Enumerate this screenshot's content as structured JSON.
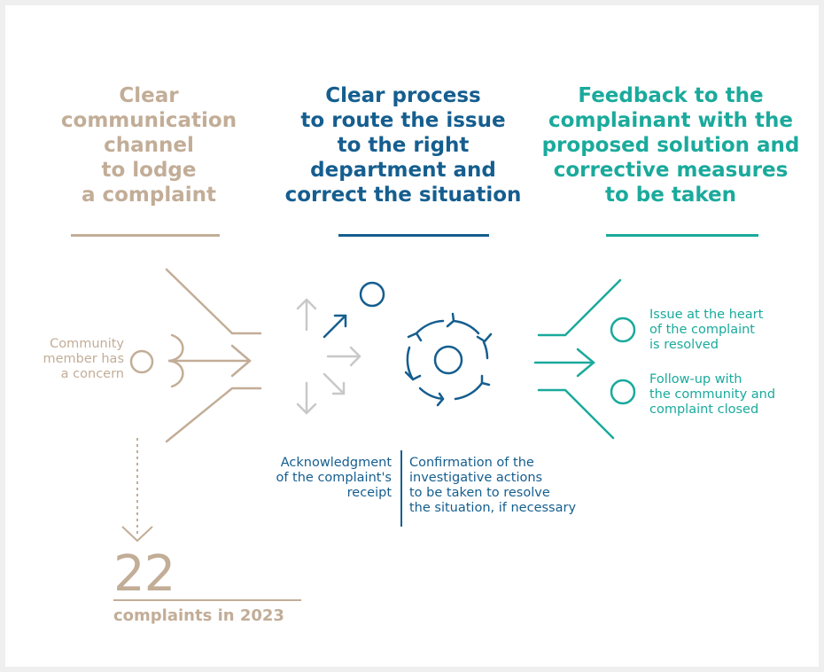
{
  "colors": {
    "left": "#c2ad97",
    "middle": "#155e8f",
    "right": "#1aaa9c",
    "arrows_grey": "#c8c8c8"
  },
  "columns": {
    "left": {
      "heading": [
        "Clear",
        "communication",
        "channel",
        "to lodge",
        "a complaint"
      ]
    },
    "middle": {
      "heading": [
        "Clear process",
        "to route the issue",
        "to the right",
        "department and",
        "correct the situation"
      ]
    },
    "right": {
      "heading": [
        "Feedback to the",
        "complainant with the",
        "proposed solution and",
        "corrective measures",
        "to be taken"
      ]
    }
  },
  "labels": {
    "community": [
      "Community",
      "member has",
      "a concern"
    ],
    "acknowledgment": [
      "Acknowledgment",
      "of the complaint's",
      "receipt"
    ],
    "confirmation": [
      "Confirmation of the",
      "investigative actions",
      "to be taken to resolve",
      "the situation, if necessary"
    ],
    "outcome_1": [
      "Issue at the heart",
      "of the complaint",
      "is resolved"
    ],
    "outcome_2": [
      "Follow-up with",
      "the community and",
      "complaint closed"
    ]
  },
  "stat": {
    "value": "22",
    "caption": "complaints in 2023"
  },
  "icons": [
    "funnel-in-arrows",
    "routing-arrows",
    "cycle-arrows",
    "funnel-out-arrows",
    "dotted-down-arrow"
  ]
}
